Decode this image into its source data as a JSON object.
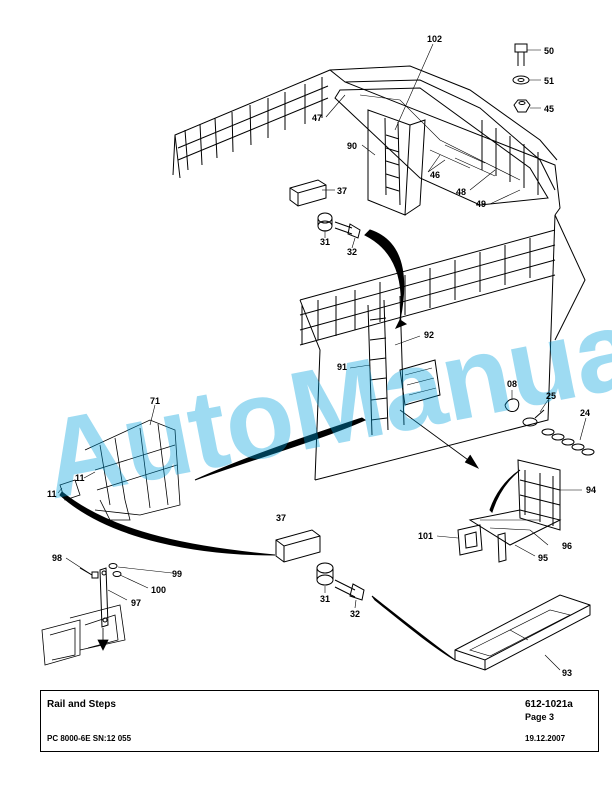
{
  "title_block": {
    "title": "Rail and Steps",
    "drawing_number": "612-1021a",
    "page": "Page 3",
    "model": "PC 8000-6E SN:12 055",
    "date": "19.12.2007"
  },
  "watermark": "AutoManual",
  "callouts": [
    {
      "id": "102",
      "text": "102"
    },
    {
      "id": "50",
      "text": "50"
    },
    {
      "id": "51",
      "text": "51"
    },
    {
      "id": "45",
      "text": "45"
    },
    {
      "id": "47",
      "text": "47"
    },
    {
      "id": "90",
      "text": "90"
    },
    {
      "id": "46",
      "text": "46"
    },
    {
      "id": "48",
      "text": "48"
    },
    {
      "id": "49",
      "text": "49"
    },
    {
      "id": "37a",
      "text": "37"
    },
    {
      "id": "31a",
      "text": "31"
    },
    {
      "id": "32a",
      "text": "32"
    },
    {
      "id": "92",
      "text": "92"
    },
    {
      "id": "91",
      "text": "91"
    },
    {
      "id": "08",
      "text": "08"
    },
    {
      "id": "25",
      "text": "25"
    },
    {
      "id": "24",
      "text": "24"
    },
    {
      "id": "71",
      "text": "71"
    },
    {
      "id": "11a",
      "text": "11"
    },
    {
      "id": "11b",
      "text": "11"
    },
    {
      "id": "94",
      "text": "94"
    },
    {
      "id": "37b",
      "text": "37"
    },
    {
      "id": "101",
      "text": "101"
    },
    {
      "id": "96",
      "text": "96"
    },
    {
      "id": "95",
      "text": "95"
    },
    {
      "id": "98",
      "text": "98"
    },
    {
      "id": "99",
      "text": "99"
    },
    {
      "id": "100",
      "text": "100"
    },
    {
      "id": "97",
      "text": "97"
    },
    {
      "id": "31b",
      "text": "31"
    },
    {
      "id": "32b",
      "text": "32"
    },
    {
      "id": "93",
      "text": "93"
    }
  ]
}
